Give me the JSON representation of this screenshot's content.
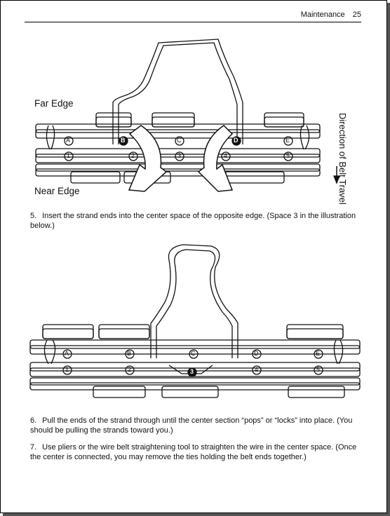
{
  "header": {
    "section": "Maintenance",
    "page_number": "25"
  },
  "figure1": {
    "far_edge": "Far Edge",
    "near_edge": "Near Edge",
    "direction_line1": "Direction of",
    "direction_line2": "Belt Travel",
    "space_labels_top": [
      "A",
      "B",
      "C",
      "D",
      "E"
    ],
    "space_labels_bottom": [
      "1",
      "2",
      "3",
      "4",
      "5"
    ]
  },
  "figure2": {
    "space_labels_top": [
      "A",
      "B",
      "C",
      "D",
      "E"
    ],
    "space_labels_bottom": [
      "1",
      "2",
      "3",
      "4",
      "5"
    ]
  },
  "steps": [
    {
      "number": "5.",
      "text": "Insert the strand ends into the center space of the opposite edge. (Space 3 in the illustration below.)"
    },
    {
      "number": "6.",
      "text": "Pull the ends of the strand through until the center section “pops” or “locks” into place. (You should be pulling the strands toward you.)"
    },
    {
      "number": "7.",
      "text": "Use pliers or the wire belt straightening tool to straighten the wire in the center space. (Once the center is connected, you may remove the ties holding the belt ends together.)"
    }
  ],
  "colors": {
    "ink": "#111111",
    "arrow_fill": "#ffffff"
  }
}
